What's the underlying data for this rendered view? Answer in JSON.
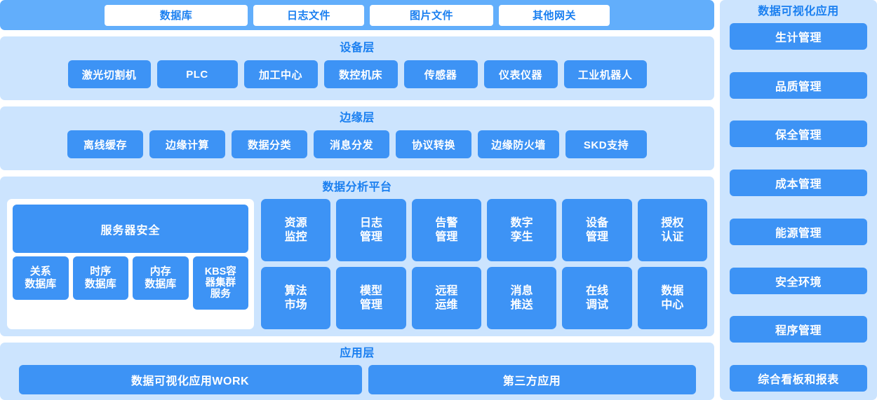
{
  "colors": {
    "panel_bg": "#cce4fe",
    "chip_blue": "#3d93f5",
    "band_blue": "#62aefb",
    "title_blue": "#1a7ff0",
    "white": "#ffffff"
  },
  "gateway_band": {
    "items": [
      {
        "label": "数据库"
      },
      {
        "label": "日志文件"
      },
      {
        "label": "图片文件"
      },
      {
        "label": "其他网关"
      }
    ]
  },
  "device_layer": {
    "title": "设备层",
    "items": [
      {
        "label": "激光切割机"
      },
      {
        "label": "PLC"
      },
      {
        "label": "加工中心"
      },
      {
        "label": "数控机床"
      },
      {
        "label": "传感器"
      },
      {
        "label": "仪表仪器"
      },
      {
        "label": "工业机器人"
      }
    ]
  },
  "edge_layer": {
    "title": "边缘层",
    "items": [
      {
        "label": "离线缓存"
      },
      {
        "label": "边缘计算"
      },
      {
        "label": "数据分类"
      },
      {
        "label": "消息分发"
      },
      {
        "label": "协议转换"
      },
      {
        "label": "边缘防火墙"
      },
      {
        "label": "SKD支持"
      }
    ]
  },
  "platform_layer": {
    "title": "数据分析平台",
    "security_card": {
      "main_label": "服务器安全",
      "databases": [
        {
          "line1": "关系",
          "line2": "数据库",
          "line3": ""
        },
        {
          "line1": "时序",
          "line2": "数据库",
          "line3": ""
        },
        {
          "line1": "内存",
          "line2": "数据库",
          "line3": ""
        },
        {
          "line1": "KBS容",
          "line2": "器集群",
          "line3": "服务"
        }
      ]
    },
    "modules": [
      {
        "line1": "资源",
        "line2": "监控"
      },
      {
        "line1": "日志",
        "line2": "管理"
      },
      {
        "line1": "告警",
        "line2": "管理"
      },
      {
        "line1": "数字",
        "line2": "孪生"
      },
      {
        "line1": "设备",
        "line2": "管理"
      },
      {
        "line1": "授权",
        "line2": "认证"
      },
      {
        "line1": "算法",
        "line2": "市场"
      },
      {
        "line1": "模型",
        "line2": "管理"
      },
      {
        "line1": "远程",
        "line2": "运维"
      },
      {
        "line1": "消息",
        "line2": "推送"
      },
      {
        "line1": "在线",
        "line2": "调试"
      },
      {
        "line1": "数据",
        "line2": "中心"
      }
    ]
  },
  "app_layer": {
    "title": "应用层",
    "items": [
      {
        "label": "数据可视化应用WORK"
      },
      {
        "label": "第三方应用"
      }
    ]
  },
  "sidebar": {
    "title": "数据可视化应用",
    "items": [
      {
        "label": "生计管理"
      },
      {
        "label": "品质管理"
      },
      {
        "label": "保全管理"
      },
      {
        "label": "成本管理"
      },
      {
        "label": "能源管理"
      },
      {
        "label": "安全环境"
      },
      {
        "label": "程序管理"
      },
      {
        "label": "综合看板和报表"
      }
    ]
  }
}
